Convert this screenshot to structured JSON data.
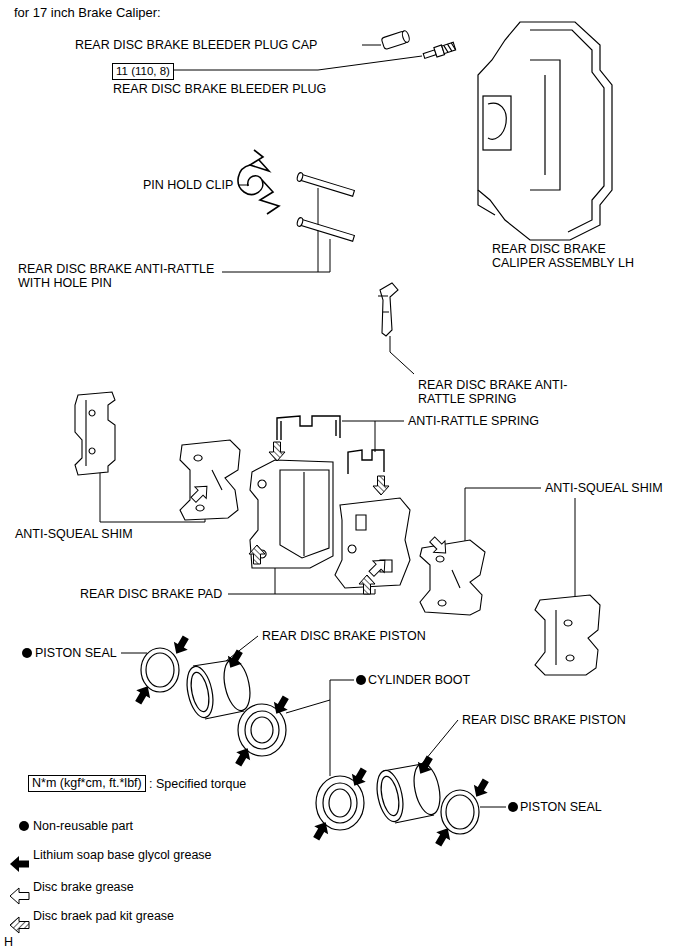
{
  "diagram": {
    "title": "for 17 inch Brake Caliper:",
    "nodes": [
      {
        "text": [
          "11 (110, 8)"
        ]
      },
      {
        "text": [
          "N*m (kgf*cm, ft.*lbf)"
        ]
      }
    ],
    "labels": [
      "REAR DISC BRAKE BLEEDER PLUG CAP",
      "REAR DISC BRAKE BLEEDER PLUG",
      "PIN HOLD CLIP",
      "REAR DISC BRAKE ANTI-RATTLE WITH HOLE PIN",
      "REAR DISC BRAKE CALIPER ASSEMBLY LH",
      "REAR DISC BRAKE ANTI-RATTLE SPRING",
      "ANTI-RATTLE SPRING",
      "ANTI-SQUEAL SHIM",
      "ANTI-SQUEAL SHIM",
      "REAR DISC BRAKE PAD",
      "PISTON SEAL",
      "REAR DISC BRAKE PISTON",
      "CYLINDER BOOT",
      "REAR DISC BRAKE PISTON",
      "PISTON SEAL",
      ": Specified torque",
      "H"
    ],
    "legend": [
      {
        "text": "Non-reusable part"
      },
      {
        "text": "Lithium soap base glycol grease"
      },
      {
        "text": "Disc brake grease"
      },
      {
        "text": "Disc braek pad kit grease"
      }
    ]
  }
}
